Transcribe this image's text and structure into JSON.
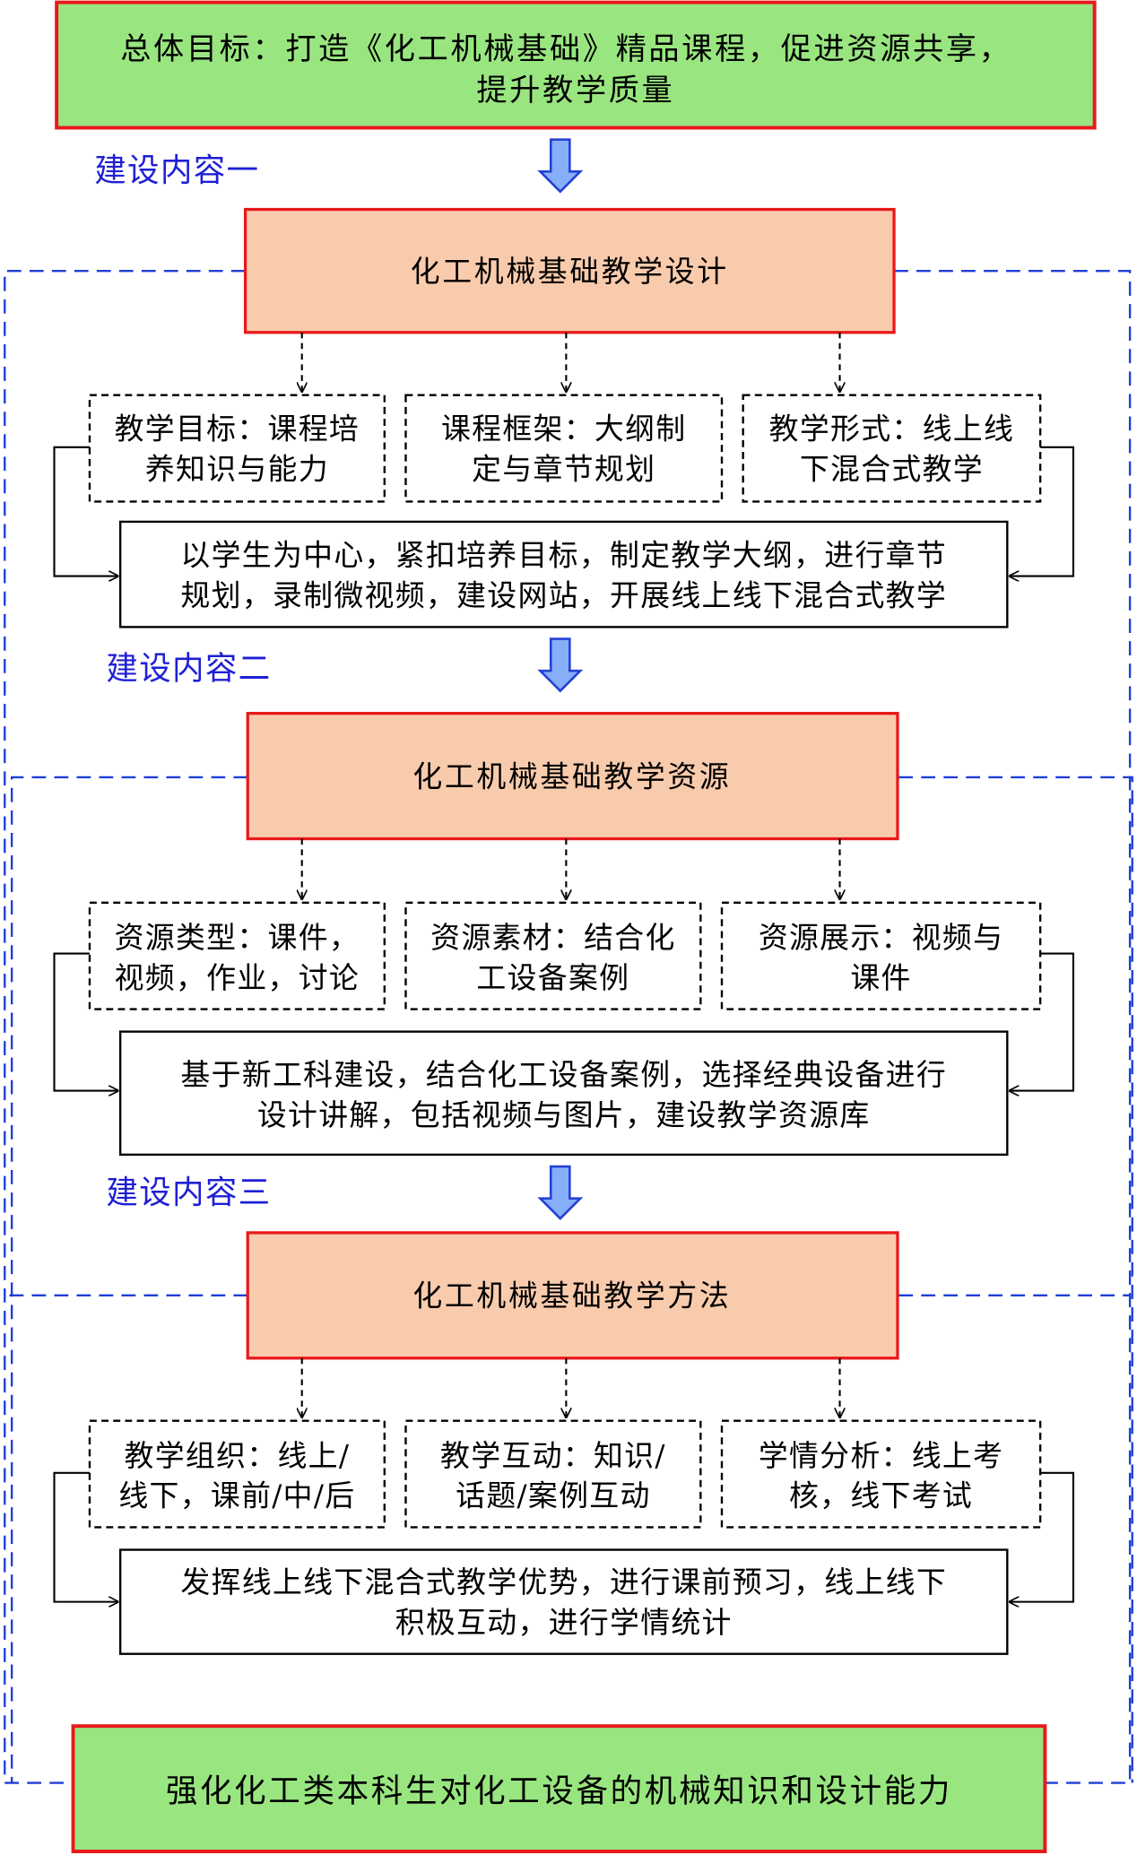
{
  "goal": {
    "line1": "总体目标：打造《化工机械基础》精品课程，促进资源共享，",
    "line2": "提升教学质量"
  },
  "sections": [
    {
      "label": "建设内容一",
      "title": "化工机械基础教学设计",
      "items": [
        [
          "教学目标：课程培",
          "养知识与能力"
        ],
        [
          "课程框架：大纲制",
          "定与章节规划"
        ],
        [
          "教学形式：线上线",
          "下混合式教学"
        ]
      ],
      "summary": [
        "以学生为中心，紧扣培养目标，制定教学大纲，进行章节",
        "规划，录制微视频，建设网站，开展线上线下混合式教学"
      ]
    },
    {
      "label": "建设内容二",
      "title": "化工机械基础教学资源",
      "items": [
        [
          "资源类型：课件，",
          "视频，作业，讨论"
        ],
        [
          "资源素材：结合化",
          "工设备案例"
        ],
        [
          "资源展示：视频与",
          "课件"
        ]
      ],
      "summary": [
        "基于新工科建设，结合化工设备案例，选择经典设备进行",
        "设计讲解，包括视频与图片，建设教学资源库"
      ]
    },
    {
      "label": "建设内容三",
      "title": "化工机械基础教学方法",
      "items": [
        [
          "教学组织：线上/",
          "线下，课前/中/后"
        ],
        [
          "教学互动：知识/",
          "话题/案例互动"
        ],
        [
          "学情分析：线上考",
          "核，线下考试"
        ]
      ],
      "summary": [
        "发挥线上线下混合式教学优势，进行课前预习，线上线下",
        "积极互动，进行学情统计"
      ]
    }
  ],
  "outcome": "强化化工类本科生对化工设备的机械知识和设计能力",
  "colors": {
    "goal_fill": "#99e680",
    "goal_border": "#e8191c",
    "title_fill": "#f9cbad",
    "title_border": "#e8191c",
    "arrow_fill": "#87aef8",
    "arrow_stroke": "#2542d4",
    "section_label": "#1f1fd6",
    "dashed_frame": "#1f3fd6"
  }
}
